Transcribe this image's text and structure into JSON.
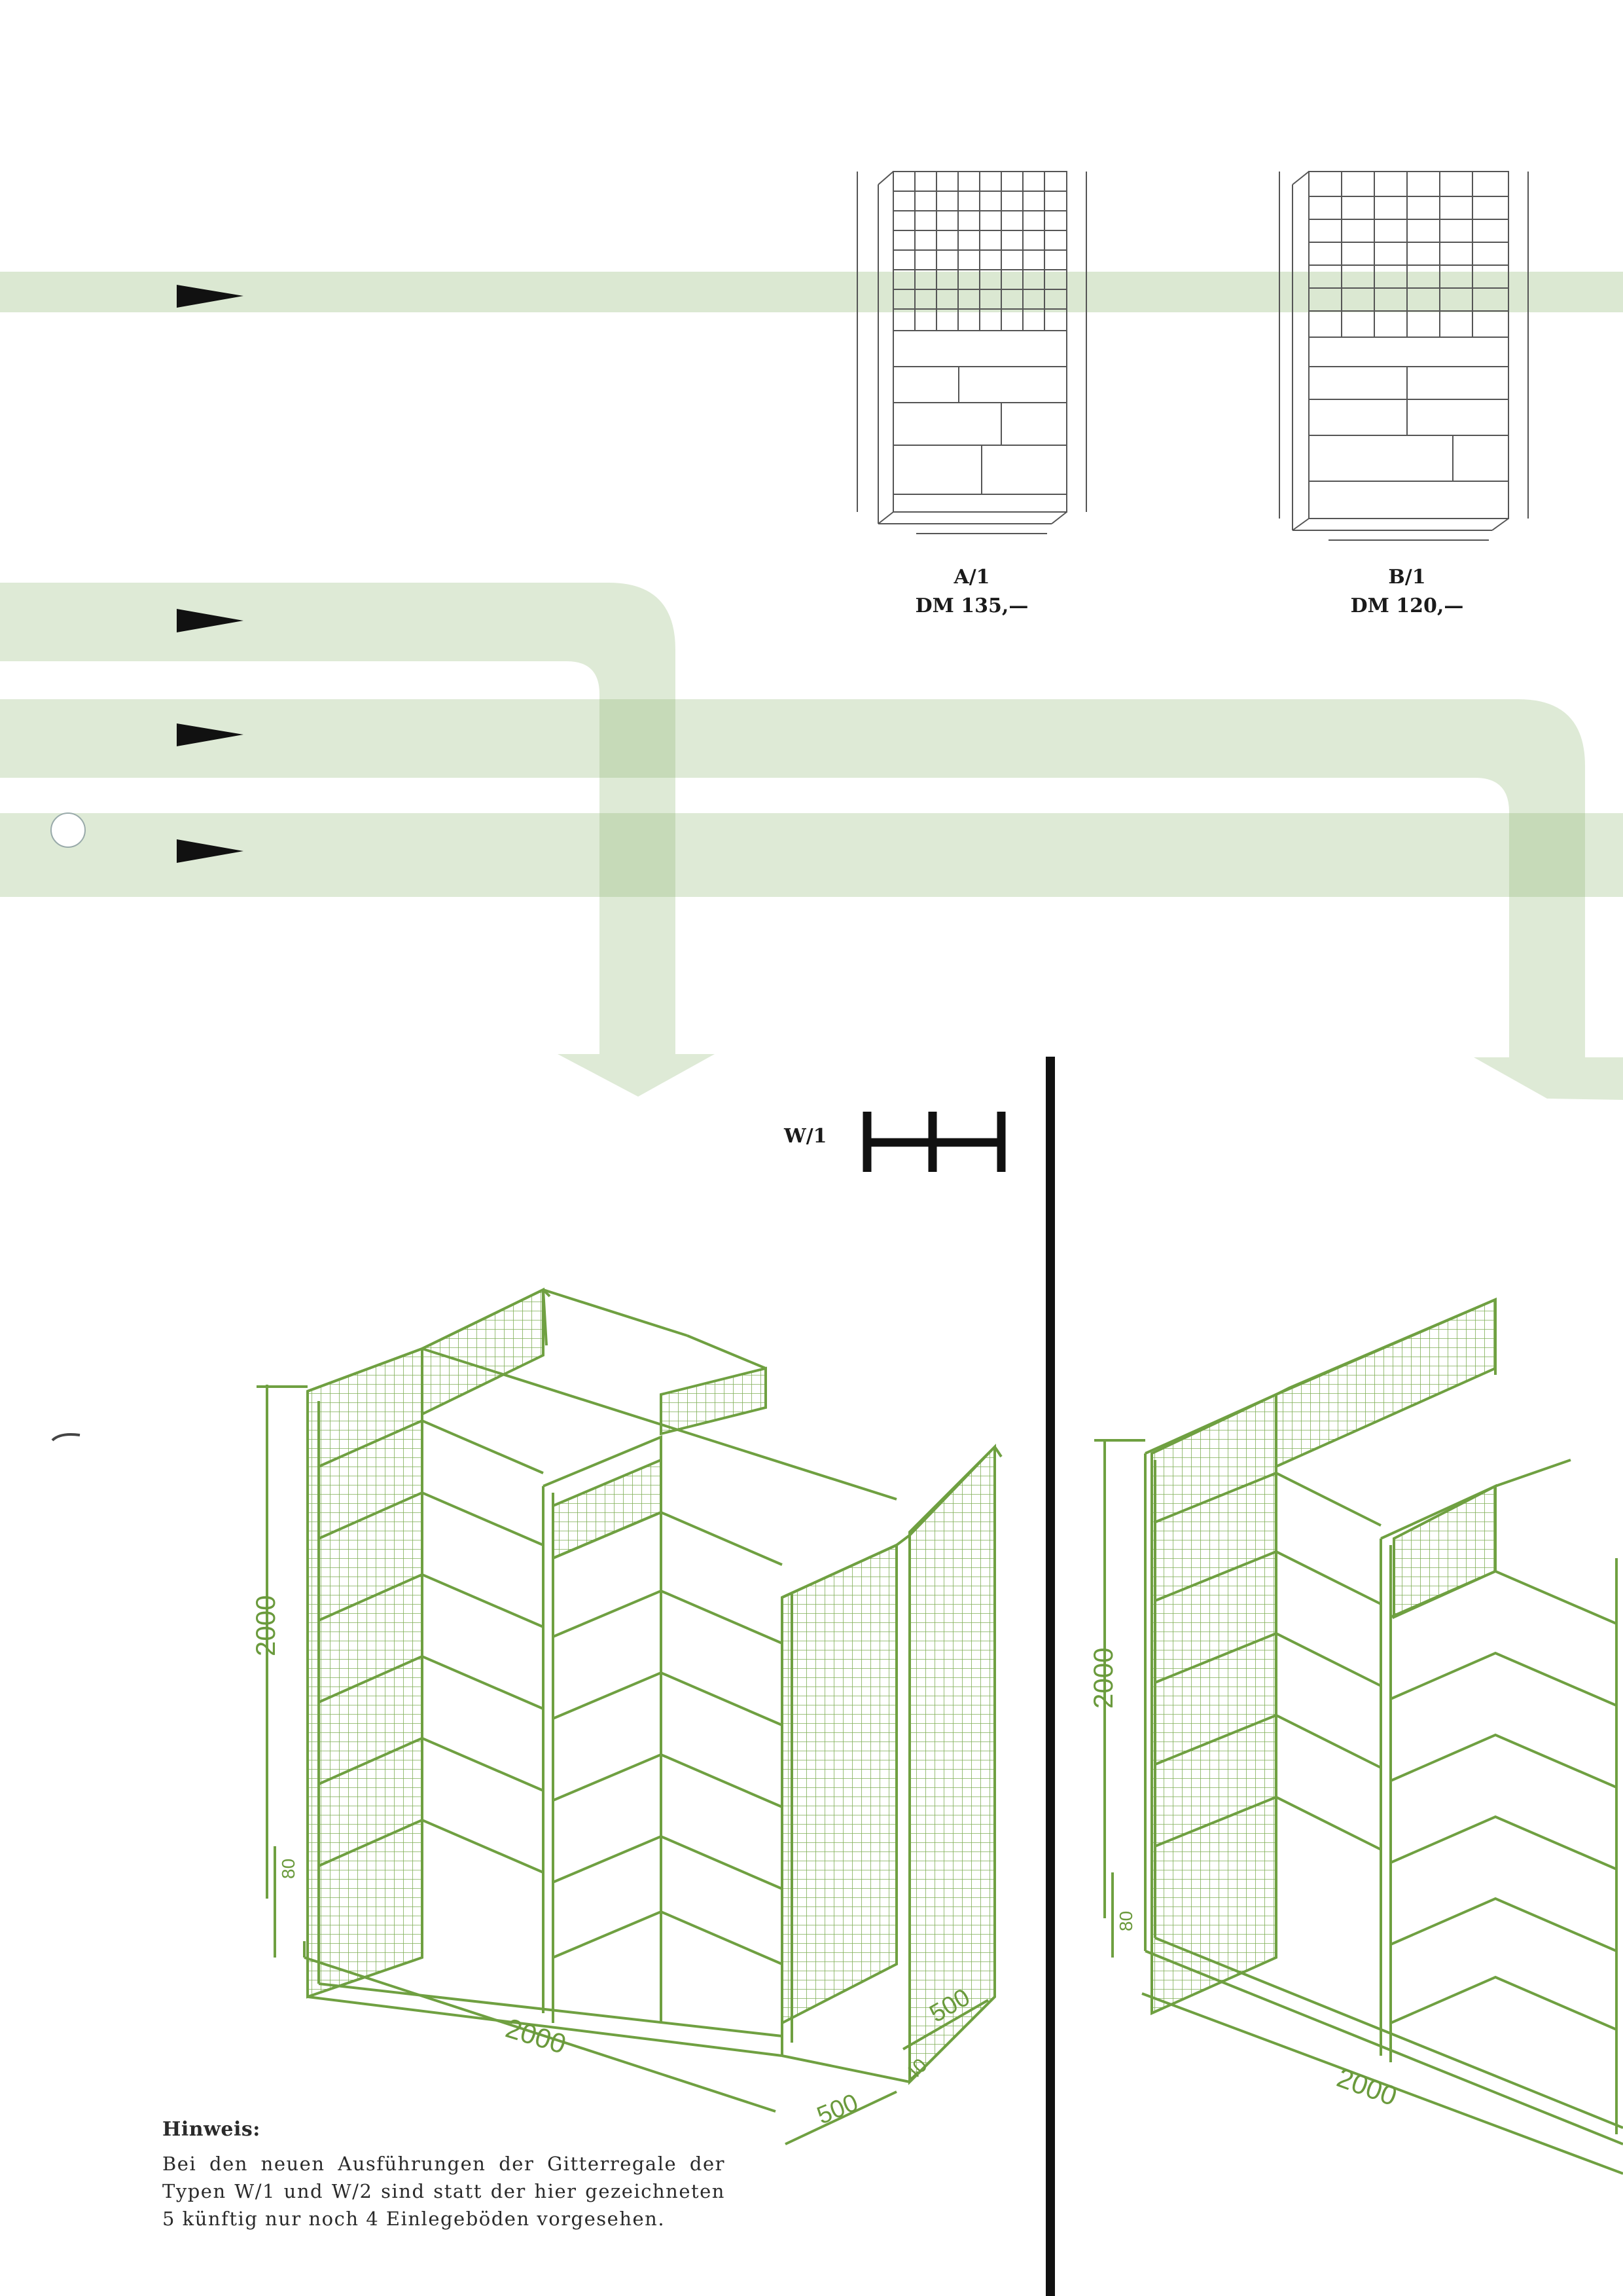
{
  "colors": {
    "band": "#dbe8d2",
    "band_dark": "#c6dab8",
    "shelf_line": "#6fa041",
    "drawing": "#555555",
    "text": "#1a1a1a",
    "divider": "#111111"
  },
  "icons": [
    "arrow-marker-icon",
    "shelf-symbol-icon"
  ],
  "shelf_a": {
    "caption_type": "A/1",
    "caption_price": "DM 135,—"
  },
  "shelf_b": {
    "caption_type": "B/1",
    "caption_price": "DM 120,—"
  },
  "shelf_w1": {
    "label": "W/1",
    "dim_height": "2000",
    "dim_base": "80",
    "dim_width": "2000",
    "dim_depth": "500",
    "dim_depth2": "500",
    "dim_post": "40"
  },
  "shelf_w2": {
    "dim_height": "2000",
    "dim_base": "80",
    "dim_width": "2000"
  },
  "note": {
    "title": "Hinweis:",
    "body": "Bei den neuen Ausführungen der Gitterregale der Typen W/1 und W/2 sind statt der hier gezeichneten 5 künftig nur noch 4 Einlegeböden vorgesehen."
  }
}
